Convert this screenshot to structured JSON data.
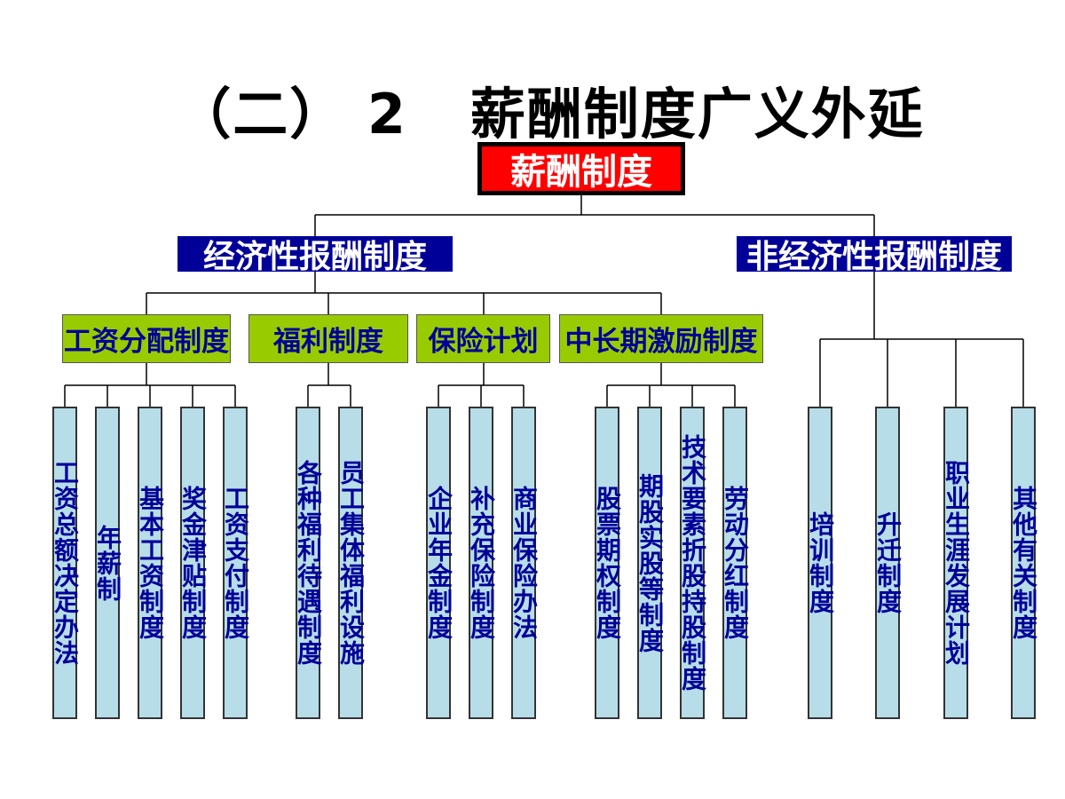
{
  "title": "（二） 2   薪酬制度广义外延",
  "root": "薪酬制度",
  "economic": {
    "label": "经济性报酬制度",
    "groups": [
      {
        "label": "工资分配制度",
        "items": [
          "工资总额决定办法",
          "年薪制",
          "基本工资制度",
          "奖金津贴制度",
          "工资支付制度"
        ]
      },
      {
        "label": "福利制度",
        "items": [
          "各种福利待遇制度",
          "员工集体福利设施"
        ]
      },
      {
        "label": "保险计划",
        "items": [
          "企业年金制度",
          "补充保险制度",
          "商业保险办法"
        ]
      },
      {
        "label": "中长期激励制度",
        "items": [
          "股票期权制度",
          "期股实股等制度",
          "技术要素折股持股制度",
          "劳动分红制度"
        ]
      }
    ]
  },
  "non_economic": {
    "label": "非经济性报酬制度",
    "items": [
      "培训制度",
      "升迁制度",
      "职业生涯发展计划",
      "其他有关制度"
    ]
  },
  "colors": {
    "root_bg": "#ff0000",
    "category_bg": "#000099",
    "group_bg": "#99cc00",
    "leaf_bg": "#b7dde8",
    "text_blue": "#000099"
  }
}
